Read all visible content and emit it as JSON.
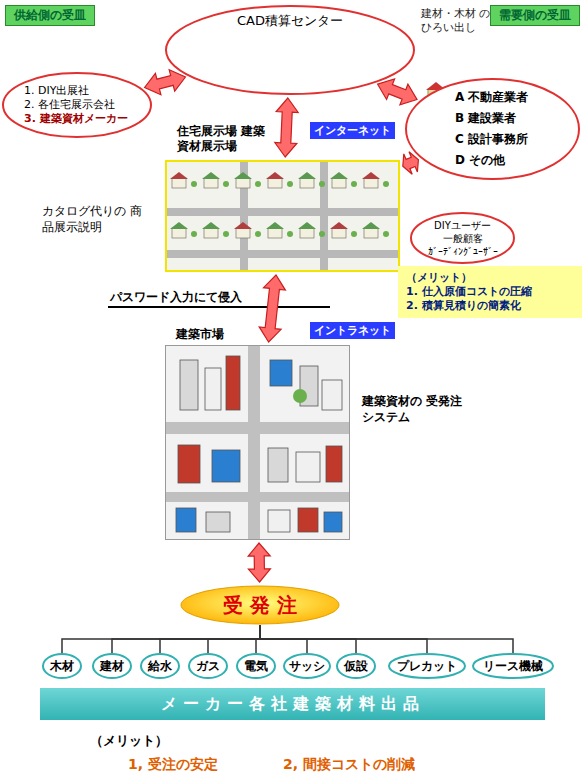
{
  "diagram": {
    "nodes": [
      {
        "text": [
          "供給側の受皿"
        ]
      },
      {
        "text": [
          "CAD積算センター",
          "建材・木材 のひろい出し"
        ]
      },
      {
        "text": [
          "需要側の受皿"
        ]
      },
      {
        "text": [
          "1. DIY出展社",
          "2. 各住宅展示会社",
          "3. 建築資材メーカー"
        ]
      },
      {
        "text": [
          "A 不動産業者",
          "B 建設業者",
          "C 設計事務所",
          "D その他"
        ]
      },
      {
        "text": [
          "インターネット"
        ]
      },
      {
        "text": [
          "住宅展示場 建築資材展示場"
        ]
      },
      {
        "text": [
          "DIYユーザー",
          "一般顧客",
          "ｶﾞｰﾃﾞｨﾝｸﾞﾕｰｻﾞｰ"
        ]
      },
      {
        "text": [
          "（メリット）",
          "1. 仕入原価コストの圧縮",
          "2. 積算見積りの簡素化"
        ]
      },
      {
        "text": [
          "イントラネット"
        ]
      },
      {
        "text": [
          "建築市場"
        ]
      },
      {
        "text": [
          "受 発 注"
        ]
      },
      {
        "text": [
          "木材"
        ]
      },
      {
        "text": [
          "建材"
        ]
      },
      {
        "text": [
          "給水"
        ]
      },
      {
        "text": [
          "ガス"
        ]
      },
      {
        "text": [
          "電気"
        ]
      },
      {
        "text": [
          "サッシ"
        ]
      },
      {
        "text": [
          "仮設"
        ]
      },
      {
        "text": [
          "プレカット"
        ]
      },
      {
        "text": [
          "リース機械"
        ]
      },
      {
        "text": [
          "メーカー各社建築材料出品"
        ]
      }
    ],
    "edges": [
      {
        "from": 3,
        "to": 1,
        "arrow": "both"
      },
      {
        "from": 1,
        "to": 4,
        "arrow": "both"
      },
      {
        "from": 1,
        "to": 6,
        "arrow": "both"
      },
      {
        "from": 4,
        "to": 6,
        "arrow": "both"
      },
      {
        "from": 6,
        "to": 10,
        "arrow": "both"
      },
      {
        "from": 10,
        "to": 11,
        "arrow": "both"
      },
      {
        "from": 11,
        "to": 12,
        "arrow": "none"
      },
      {
        "from": 11,
        "to": 13,
        "arrow": "none"
      },
      {
        "from": 11,
        "to": 14,
        "arrow": "none"
      },
      {
        "from": 11,
        "to": 15,
        "arrow": "none"
      },
      {
        "from": 11,
        "to": 16,
        "arrow": "none"
      },
      {
        "from": 11,
        "to": 17,
        "arrow": "none"
      },
      {
        "from": 11,
        "to": 18,
        "arrow": "none"
      },
      {
        "from": 11,
        "to": 19,
        "arrow": "none"
      },
      {
        "from": 11,
        "to": 20,
        "arrow": "none"
      }
    ],
    "labels": [
      "カタログ代りの 商品展示説明",
      "パスワード入力にて侵入",
      "建築資材の 受発注システム",
      "（メリット）",
      "1, 受注の安定",
      "2, 間接コストの削減"
    ]
  }
}
